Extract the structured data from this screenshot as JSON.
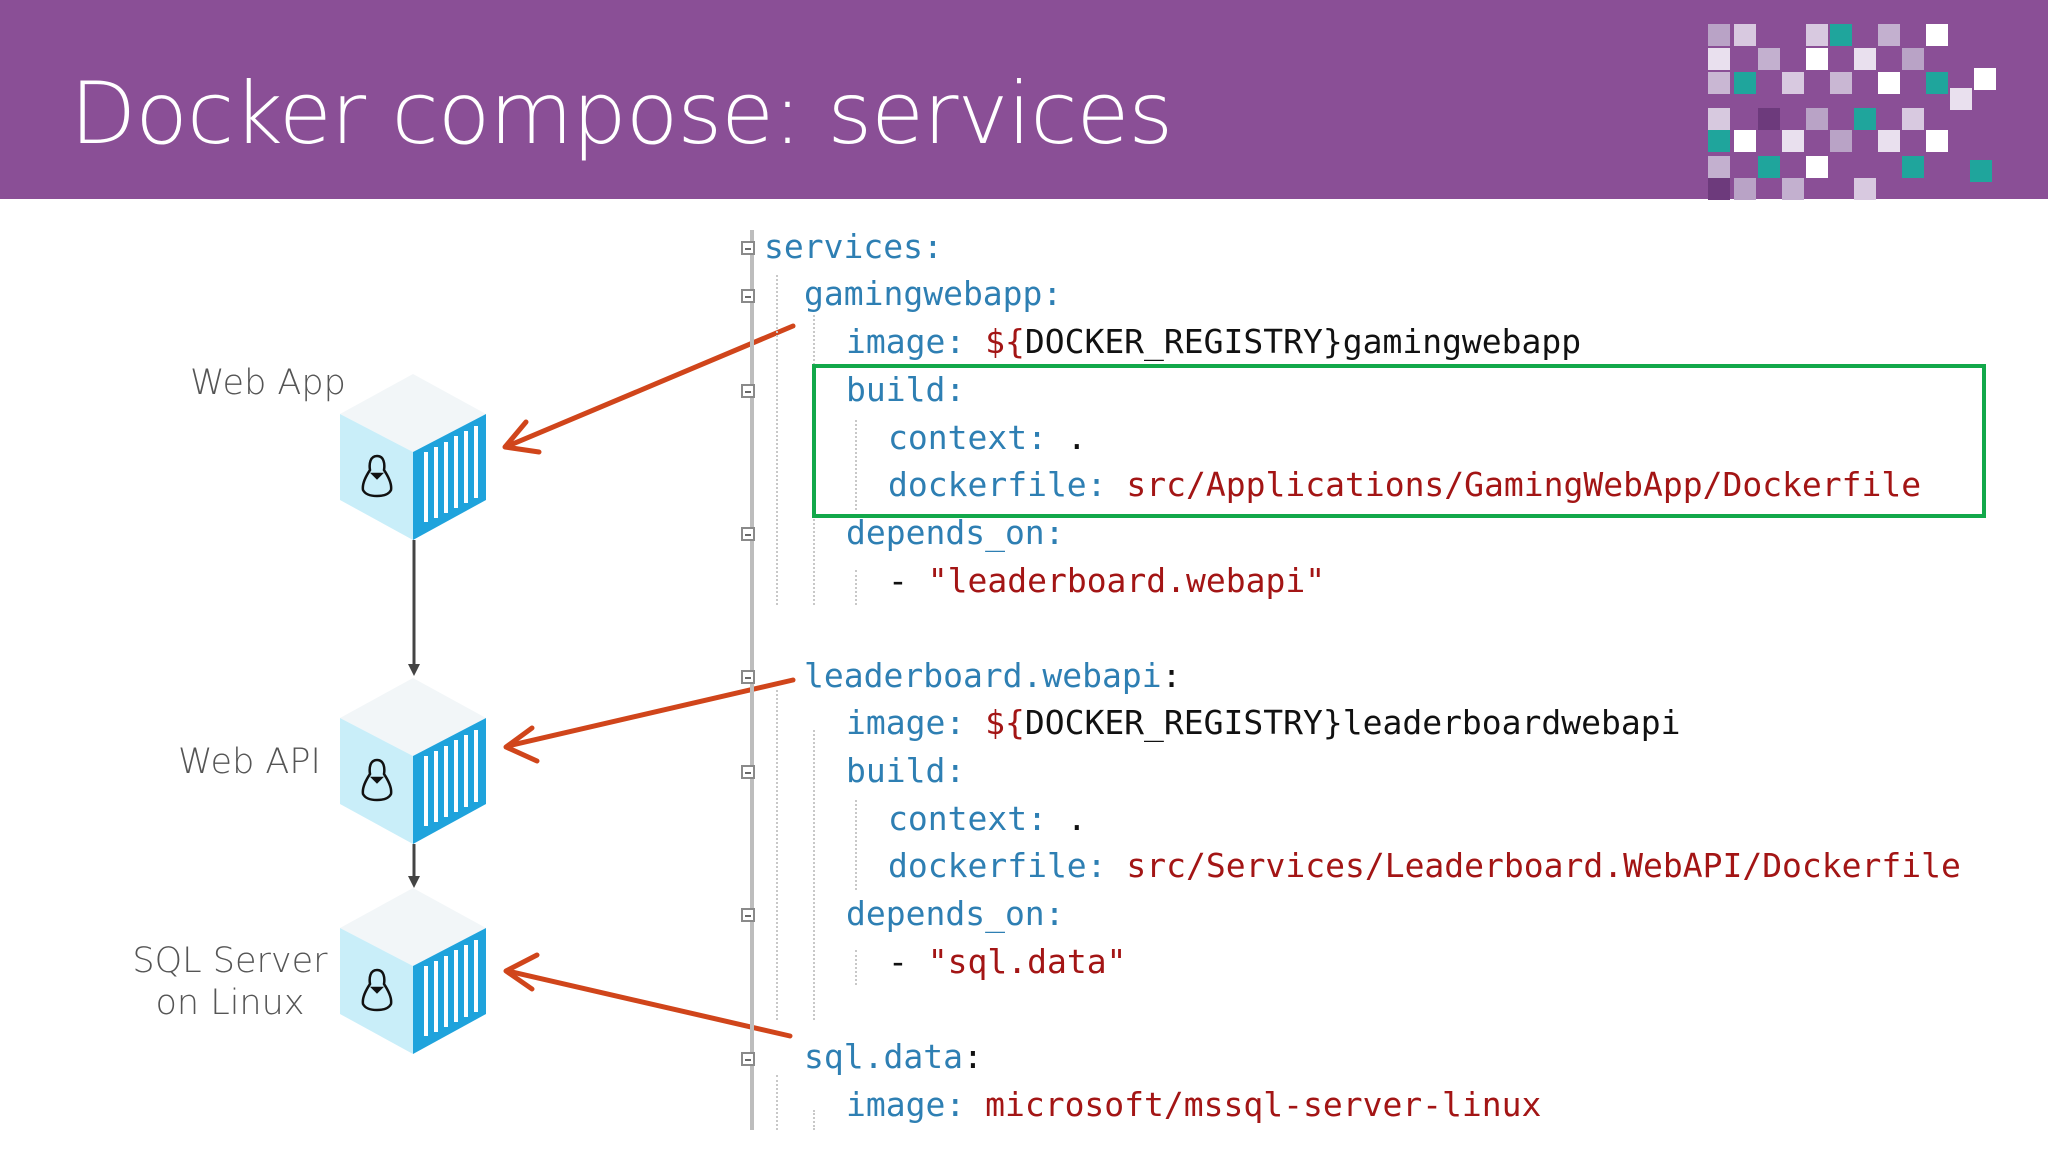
{
  "slide": {
    "title": "Docker compose: services",
    "colors": {
      "header_bg": "#8a4f96",
      "key": "#2e7fb3",
      "string": "#a31515",
      "arrow": "#d0451b",
      "highlight": "#12a84a",
      "cube_blue": "#1fa3dc"
    }
  },
  "diagram": {
    "nodes": [
      {
        "label": "Web App",
        "icon": "linux-container-icon"
      },
      {
        "label": "Web API",
        "icon": "linux-container-icon"
      },
      {
        "label_line1": "SQL Server",
        "label_line2": "on Linux",
        "icon": "linux-container-icon"
      }
    ]
  },
  "code": {
    "l1_key": "services:",
    "l2_key": "gamingwebapp:",
    "l3_key": "image:",
    "l3_val_a": "${",
    "l3_val_b": "DOCKER_REGISTRY}gamingwebapp",
    "l4_key": "build:",
    "l5_key": "context:",
    "l5_val": ".",
    "l6_key": "dockerfile:",
    "l6_val": "src/Applications/GamingWebApp/Dockerfile",
    "l7_key": "depends_on:",
    "l8_dash": "-",
    "l8_val": "\"leaderboard.webapi\"",
    "l9_key": "leaderboard.webapi",
    "l9_colon": ":",
    "l10_key": "image:",
    "l10_val_a": "${",
    "l10_val_b": "DOCKER_REGISTRY}leaderboardwebapi",
    "l11_key": "build:",
    "l12_key": "context:",
    "l12_val": ".",
    "l13_key": "dockerfile:",
    "l13_val": "src/Services/Leaderboard.WebAPI/Dockerfile",
    "l14_key": "depends_on:",
    "l15_dash": "-",
    "l15_val": "\"sql.data\"",
    "l16_key": "sql.data",
    "l16_colon": ":",
    "l17_key": "image:",
    "l17_val": "microsoft/mssql-server-linux"
  }
}
